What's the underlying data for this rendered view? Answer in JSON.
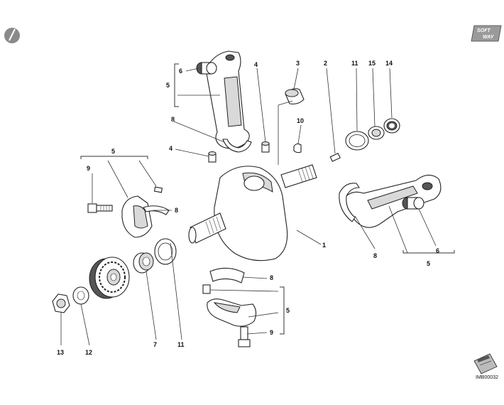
{
  "header": {
    "logo_line1": "SOFT",
    "logo_line2": "WAY"
  },
  "callouts": {
    "c1": "1",
    "c2": "2",
    "c3": "3",
    "c4a": "4",
    "c4b": "4",
    "c5a": "5",
    "c5b": "5",
    "c5c": "5",
    "c5d": "5",
    "c6a": "6",
    "c6b": "6",
    "c7": "7",
    "c8a": "8",
    "c8b": "8",
    "c8c": "8",
    "c8d": "8",
    "c9a": "9",
    "c9b": "9",
    "c10": "10",
    "c11a": "11",
    "c11b": "11",
    "c12": "12",
    "c13": "13",
    "c14": "14",
    "c15": "15"
  },
  "footer": {
    "drawing_code": "IMB00032"
  },
  "icons": {
    "top_left": "pen-icon",
    "bottom_right": "book-icon"
  }
}
